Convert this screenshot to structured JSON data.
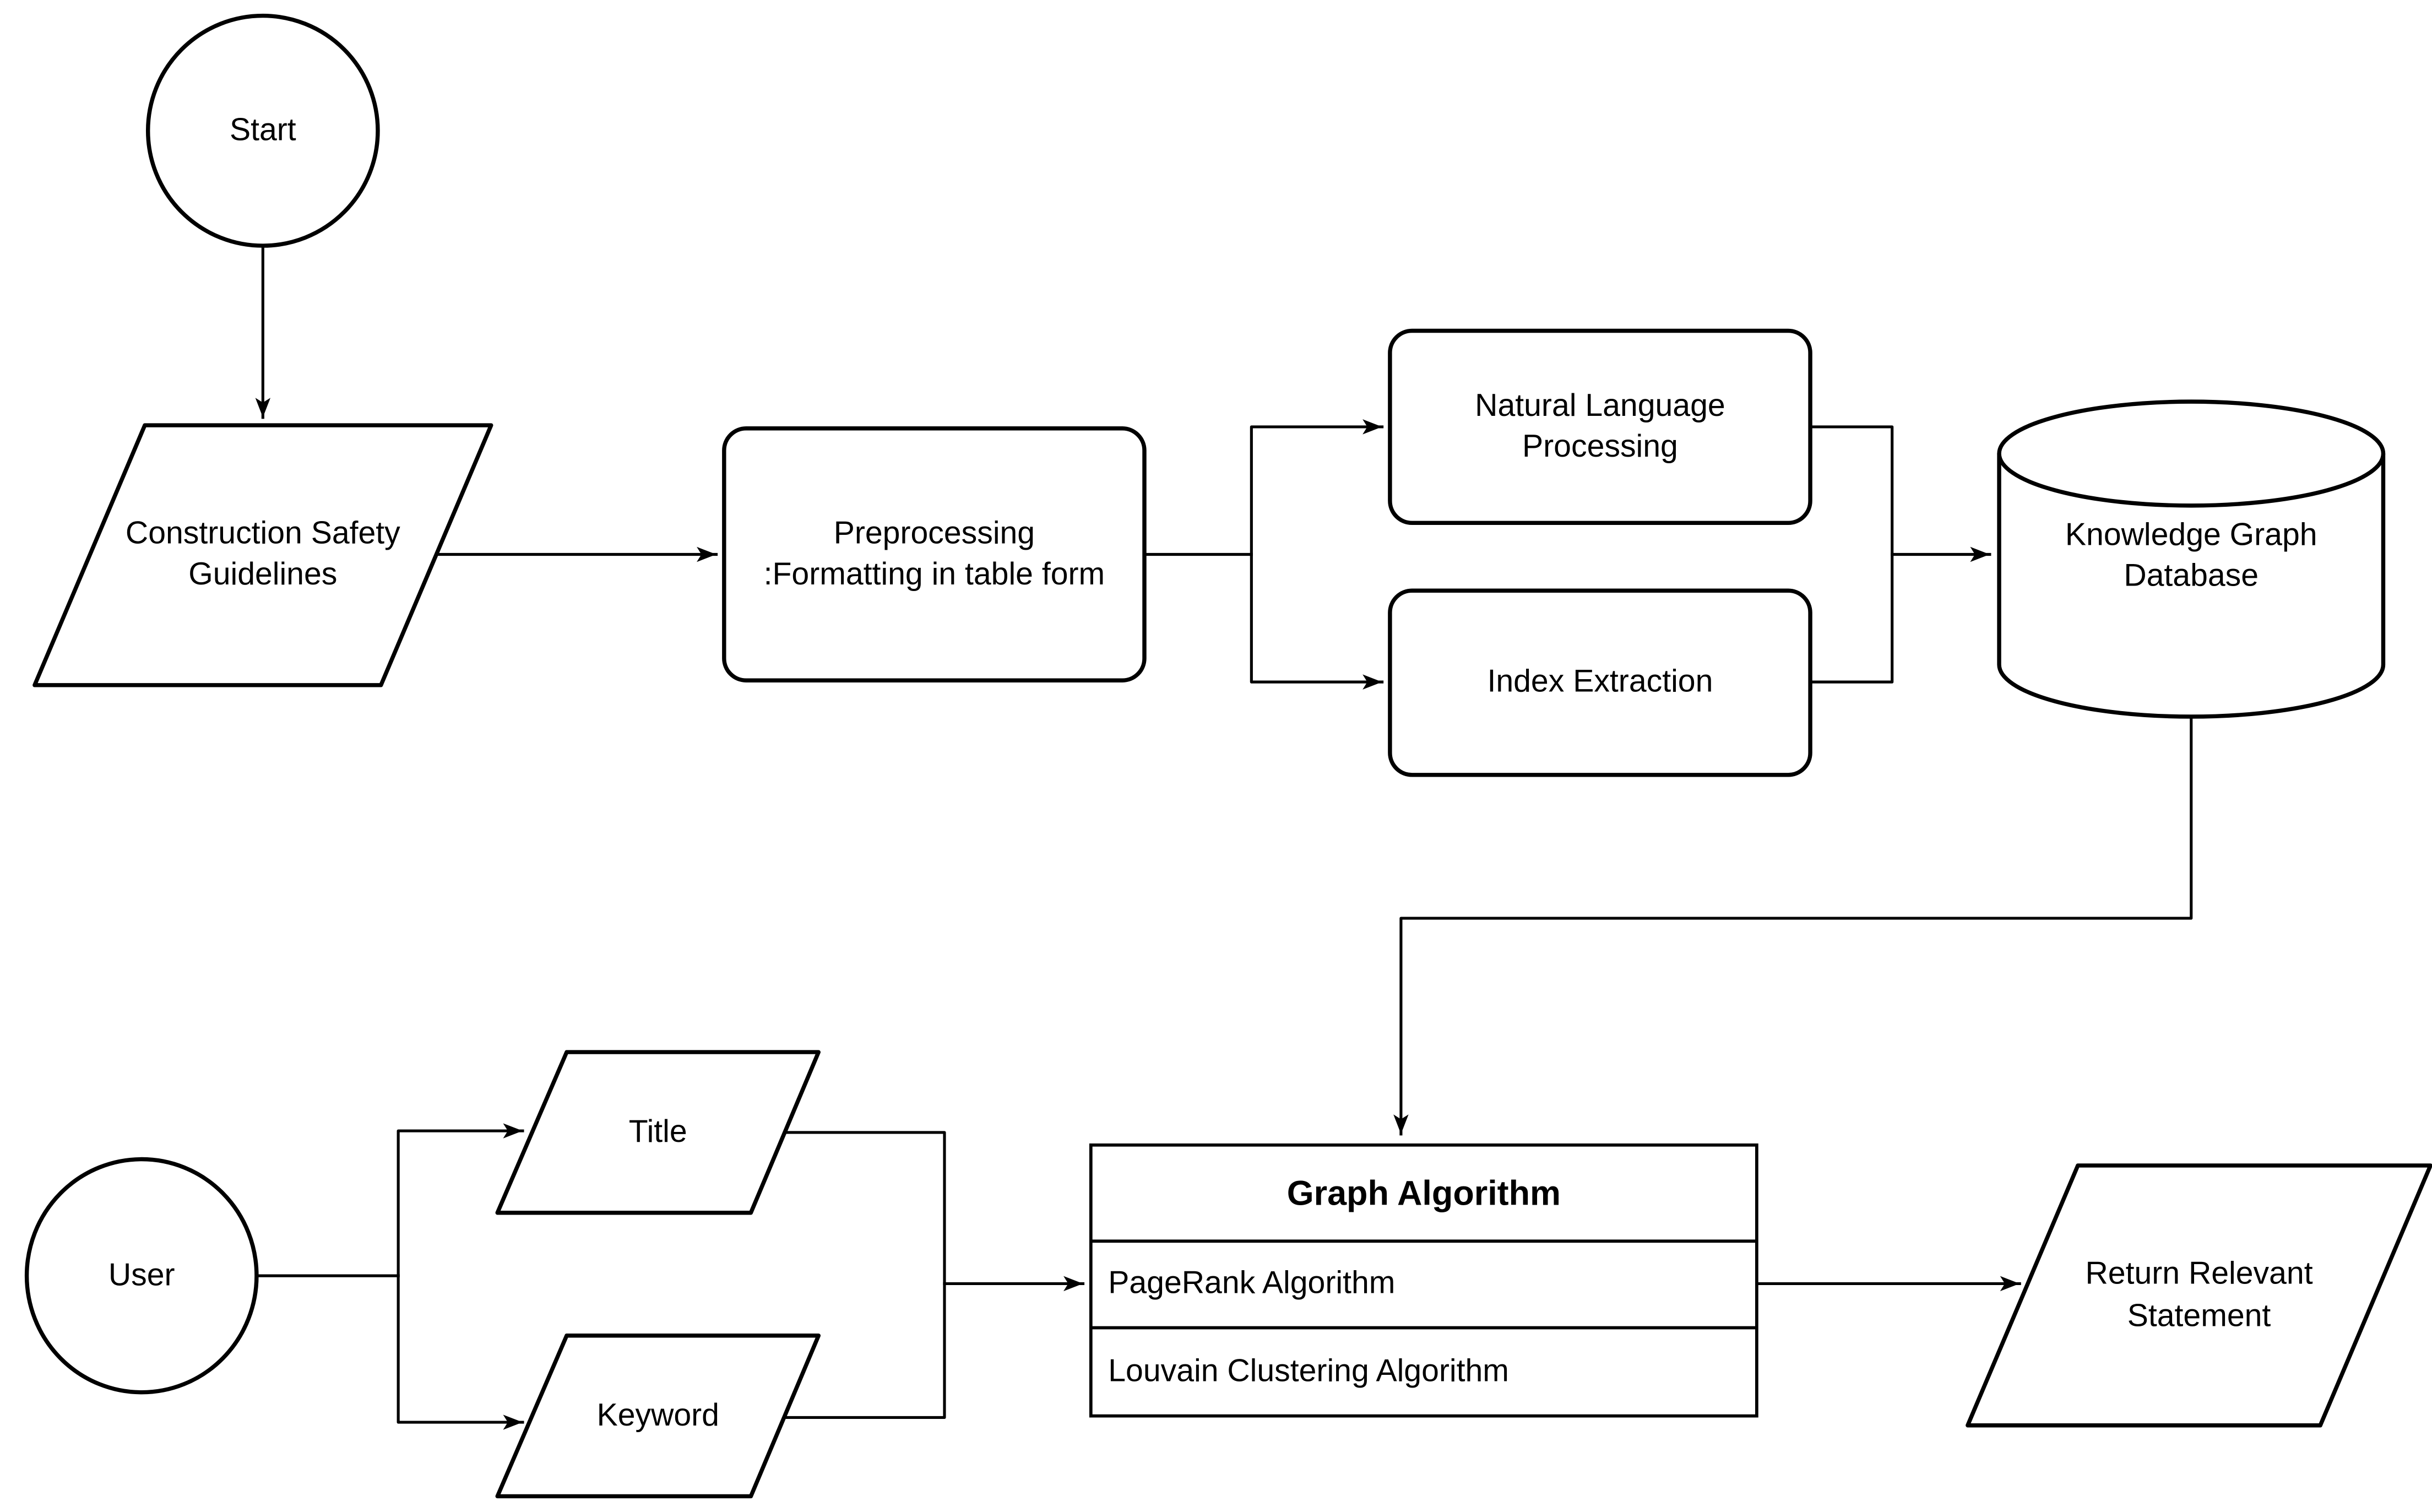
{
  "meta": {
    "background_color": "#ffffff",
    "stroke_color": "#000000",
    "text_color": "#000000",
    "diagram_type": "flowchart"
  },
  "nodes": {
    "start": {
      "label": "Start",
      "shape": "circle"
    },
    "guidelines": {
      "label": "Construction Safety\nGuidelines",
      "shape": "parallelogram"
    },
    "preprocessing": {
      "label": "Preprocessing\n:Formatting in table form",
      "shape": "rounded-rectangle"
    },
    "nlp": {
      "label": "Natural Language\nProcessing",
      "shape": "rounded-rectangle"
    },
    "index_extraction": {
      "label": "Index Extraction",
      "shape": "rounded-rectangle"
    },
    "kg_database": {
      "label": "Knowledge Graph\nDatabase",
      "shape": "cylinder"
    },
    "graph_algorithm": {
      "shape": "table",
      "header": "Graph Algorithm",
      "rows": [
        "PageRank Algorithm",
        "Louvain Clustering Algorithm"
      ]
    },
    "return_statement": {
      "label": "Return Relevant\nStatement",
      "shape": "parallelogram"
    },
    "user": {
      "label": "User",
      "shape": "circle"
    },
    "title": {
      "label": "Title",
      "shape": "parallelogram"
    },
    "keyword": {
      "label": "Keyword",
      "shape": "parallelogram"
    }
  },
  "edges": [
    {
      "from": "start",
      "to": "guidelines"
    },
    {
      "from": "guidelines",
      "to": "preprocessing"
    },
    {
      "from": "preprocessing",
      "to": "nlp"
    },
    {
      "from": "preprocessing",
      "to": "index_extraction"
    },
    {
      "from": "nlp",
      "to": "kg_database"
    },
    {
      "from": "index_extraction",
      "to": "kg_database"
    },
    {
      "from": "kg_database",
      "to": "graph_algorithm"
    },
    {
      "from": "user",
      "to": "title"
    },
    {
      "from": "user",
      "to": "keyword"
    },
    {
      "from": "title",
      "to": "graph_algorithm"
    },
    {
      "from": "keyword",
      "to": "graph_algorithm"
    },
    {
      "from": "graph_algorithm",
      "to": "return_statement"
    }
  ]
}
